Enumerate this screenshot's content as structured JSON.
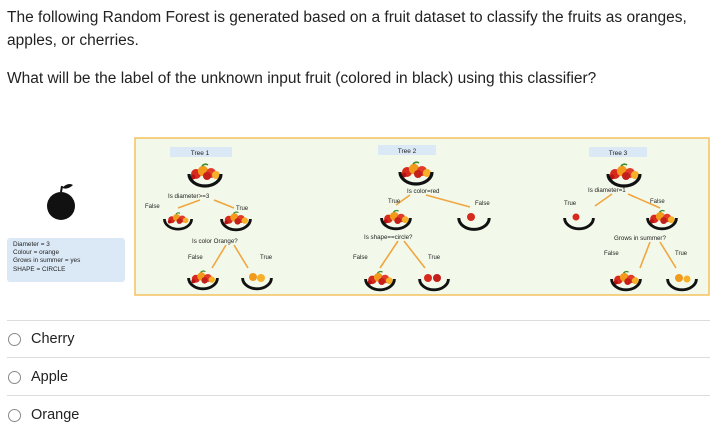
{
  "question": {
    "text_line1": "The following Random Forest is generated based on a fruit dataset to classify the fruits as oranges, apples, or cherries.",
    "text_line2": "What will be the label of the unknown input fruit (colored in black) using this classifier?"
  },
  "figure": {
    "input_fruit": {
      "icon": "black-apple-icon",
      "features": [
        "Diameter = 3",
        "Colour = orange",
        "Grows in summer = yes",
        "SHAPE = CIRCLE"
      ]
    },
    "trees": [
      {
        "title": "Tree 1",
        "root_question": "Is diameter>=3",
        "left_label": "False",
        "right_label": "True",
        "second_question": "Is color Orange?",
        "second_left": "False",
        "second_right": "True"
      },
      {
        "title": "Tree 2",
        "root_question": "Is color=red",
        "left_label": "True",
        "right_label": "False",
        "second_question": "Is shape==circle?",
        "second_left": "False",
        "second_right": "True"
      },
      {
        "title": "Tree 3",
        "root_question": "Is diameter=1",
        "left_label": "True",
        "right_label": "False",
        "second_question": "Grows in summer?",
        "second_left": "False",
        "second_right": "True"
      }
    ],
    "colors": {
      "panel_bg": "#f3f9ea",
      "panel_border": "#f3c25e",
      "info_bg": "#dbe9f7",
      "branch": "#f0a640",
      "bowl": "#111111"
    }
  },
  "options": [
    {
      "label": "Cherry"
    },
    {
      "label": "Apple"
    },
    {
      "label": "Orange"
    }
  ]
}
